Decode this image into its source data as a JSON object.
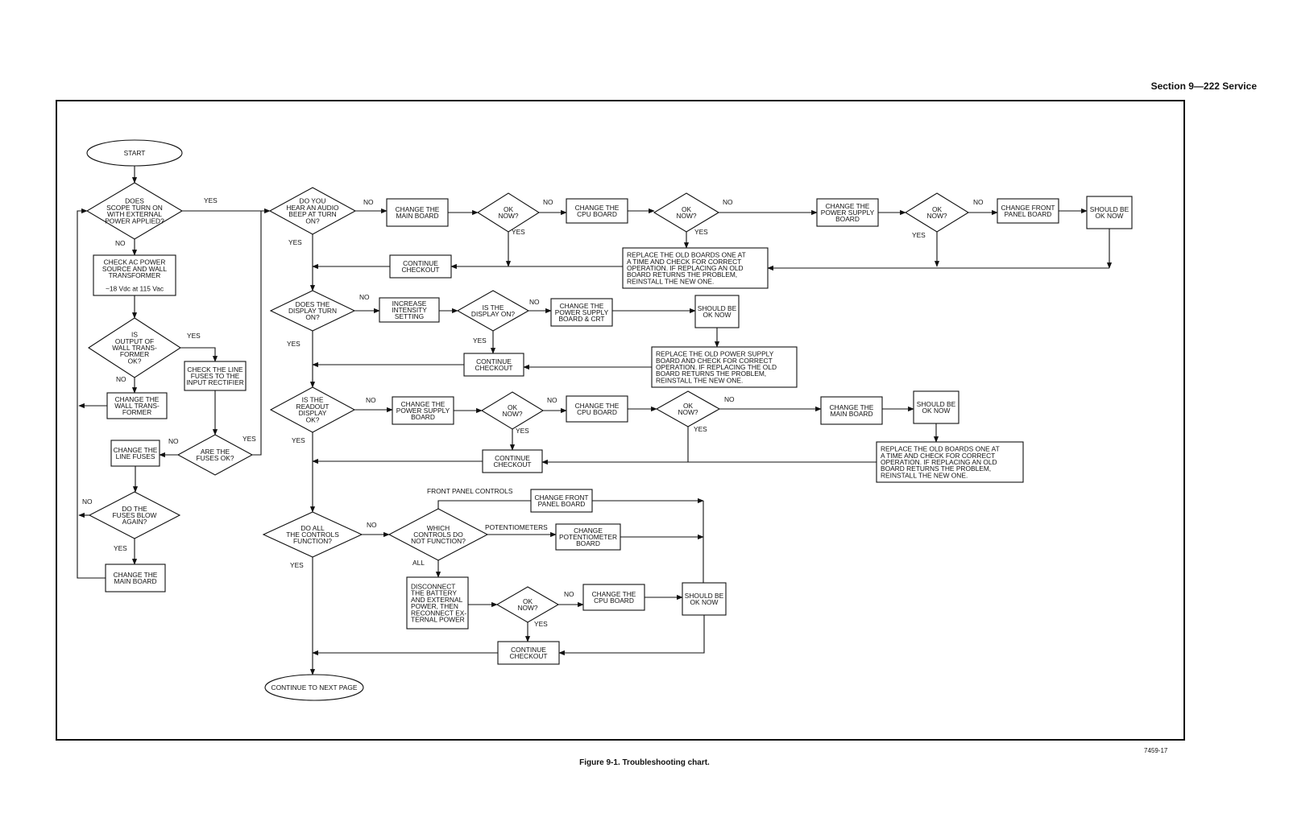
{
  "header": {
    "section": "Section 9—222 Service"
  },
  "caption": {
    "figure": "Figure 9-1.  Troubleshooting chart.",
    "number": "7459-17"
  },
  "nodes": {
    "start": [
      "START"
    ],
    "d_scope": [
      "DOES",
      "SCOPE TURN ON",
      "WITH EXTERNAL",
      "POWER APPLIED?"
    ],
    "b_check_ac": [
      "CHECK AC POWER",
      "SOURCE AND WALL",
      "TRANSFORMER",
      "",
      "~18 Vdc at 115 Vac"
    ],
    "d_output": [
      "IS",
      "OUTPUT OF",
      "WALL TRANS-",
      "FORMER",
      "OK?"
    ],
    "b_check_line": [
      "CHECK THE LINE",
      "FUSES TO THE",
      "INPUT RECTIFIER"
    ],
    "b_change_wall": [
      "CHANGE THE",
      "WALL TRANS-",
      "FORMER"
    ],
    "d_fuses_ok": [
      "ARE THE",
      "FUSES OK?"
    ],
    "b_change_fuses": [
      "CHANGE THE",
      "LINE FUSES"
    ],
    "d_blow": [
      "DO THE",
      "FUSES BLOW",
      "AGAIN?"
    ],
    "b_change_main_l": [
      "CHANGE THE",
      "MAIN  BOARD"
    ],
    "d_beep": [
      "DO YOU",
      "HEAR AN AUDIO",
      "BEEP AT TURN",
      "ON?"
    ],
    "b_main1": [
      "CHANGE THE",
      "MAIN BOARD"
    ],
    "d_ok1": [
      "OK",
      "NOW?"
    ],
    "b_cpu1": [
      "CHANGE THE",
      "CPU BOARD"
    ],
    "d_ok2": [
      "OK",
      "NOW?"
    ],
    "b_ps1": [
      "CHANGE THE",
      "POWER SUPPLY",
      "BOARD"
    ],
    "d_ok3": [
      "OK",
      "NOW?"
    ],
    "b_front1": [
      "CHANGE FRONT",
      "PANEL BOARD"
    ],
    "b_should1": [
      "SHOULD BE",
      "OK NOW"
    ],
    "b_replace1": [
      "REPLACE THE OLD BOARDS ONE AT",
      "A TIME AND CHECK FOR CORRECT",
      "OPERATION. IF REPLACING AN OLD",
      "BOARD RETURNS THE PROBLEM,",
      "REINSTALL THE NEW ONE."
    ],
    "b_continue1": [
      "CONTINUE",
      "CHECKOUT"
    ],
    "d_display": [
      "DOES THE",
      "DISPLAY TURN",
      "ON?"
    ],
    "b_intensity": [
      "INCREASE",
      "INTENSITY",
      "SETTING"
    ],
    "d_display_on": [
      "IS THE",
      "DISPLAY  ON?"
    ],
    "b_ps_crt": [
      "CHANGE THE",
      "POWER SUPPLY",
      "BOARD & CRT"
    ],
    "b_should2": [
      "SHOULD BE",
      "OK NOW"
    ],
    "b_replace2": [
      "REPLACE THE OLD POWER SUPPLY",
      "BOARD AND CHECK FOR CORRECT",
      "OPERATION. IF REPLACING THE OLD",
      "BOARD RETURNS THE PROBLEM,",
      "REINSTALL THE NEW ONE."
    ],
    "b_continue2": [
      "CONTINUE",
      "CHECKOUT"
    ],
    "d_readout": [
      "IS THE",
      "READOUT",
      "DISPLAY",
      "OK?"
    ],
    "b_ps2": [
      "CHANGE THE",
      "POWER SUPPLY",
      "BOARD"
    ],
    "d_ok4": [
      "OK",
      "NOW?"
    ],
    "b_cpu2": [
      "CHANGE THE",
      "CPU BOARD"
    ],
    "d_ok5": [
      "OK",
      "NOW?"
    ],
    "b_main2": [
      "CHANGE THE",
      "MAIN BOARD"
    ],
    "b_should3": [
      "SHOULD BE",
      "OK NOW"
    ],
    "b_replace3": [
      "REPLACE THE OLD BOARDS ONE AT",
      "A TIME AND CHECK FOR CORRECT",
      "OPERATION. IF REPLACING AN OLD",
      "BOARD RETURNS THE PROBLEM,",
      "REINSTALL THE NEW ONE."
    ],
    "b_continue3": [
      "CONTINUE",
      "CHECKOUT"
    ],
    "d_controls": [
      "DO ALL",
      "THE CONTROLS",
      "FUNCTION?"
    ],
    "d_which": [
      "WHICH",
      "CONTROLS DO",
      "NOT FUNCTION?"
    ],
    "b_front2": [
      "CHANGE FRONT",
      "PANEL BOARD"
    ],
    "b_pot": [
      "CHANGE",
      "POTENTIOMETER",
      "BOARD"
    ],
    "b_disconnect": [
      "DISCONNECT",
      "THE BATTERY",
      "AND EXTERNAL",
      "POWER, THEN",
      "RECONNECT EX-",
      "TERNAL POWER"
    ],
    "d_ok6": [
      "OK",
      "NOW?"
    ],
    "b_cpu3": [
      "CHANGE THE",
      "CPU BOARD"
    ],
    "b_should4": [
      "SHOULD BE",
      "OK NOW"
    ],
    "b_continue4": [
      "CONTINUE",
      "CHECKOUT"
    ],
    "end": [
      "CONTINUE TO NEXT PAGE"
    ]
  },
  "edge_labels": {
    "yes_scope": "YES",
    "no_scope": "NO",
    "yes_output": "YES",
    "no_output": "NO",
    "no_fuses": "NO",
    "yes_fuses": "YES",
    "no_blow": "NO",
    "yes_blow": "YES",
    "no_beep": "NO",
    "yes_beep": "YES",
    "no_ok1": "NO",
    "yes_ok1": "YES",
    "no_ok2": "NO",
    "yes_ok2": "YES",
    "no_ok3": "NO",
    "yes_ok3": "YES",
    "no_display": "NO",
    "yes_display": "YES",
    "no_display_on": "NO",
    "yes_display_on": "YES",
    "no_readout": "NO",
    "yes_readout": "YES",
    "no_ok4": "NO",
    "yes_ok4": "YES",
    "no_ok5": "NO",
    "yes_ok5": "YES",
    "no_controls": "NO",
    "yes_controls": "YES",
    "front_panel": "FRONT PANEL CONTROLS",
    "potentiometers": "POTENTIOMETERS",
    "all": "ALL",
    "no_ok6": "NO",
    "yes_ok6": "YES"
  }
}
